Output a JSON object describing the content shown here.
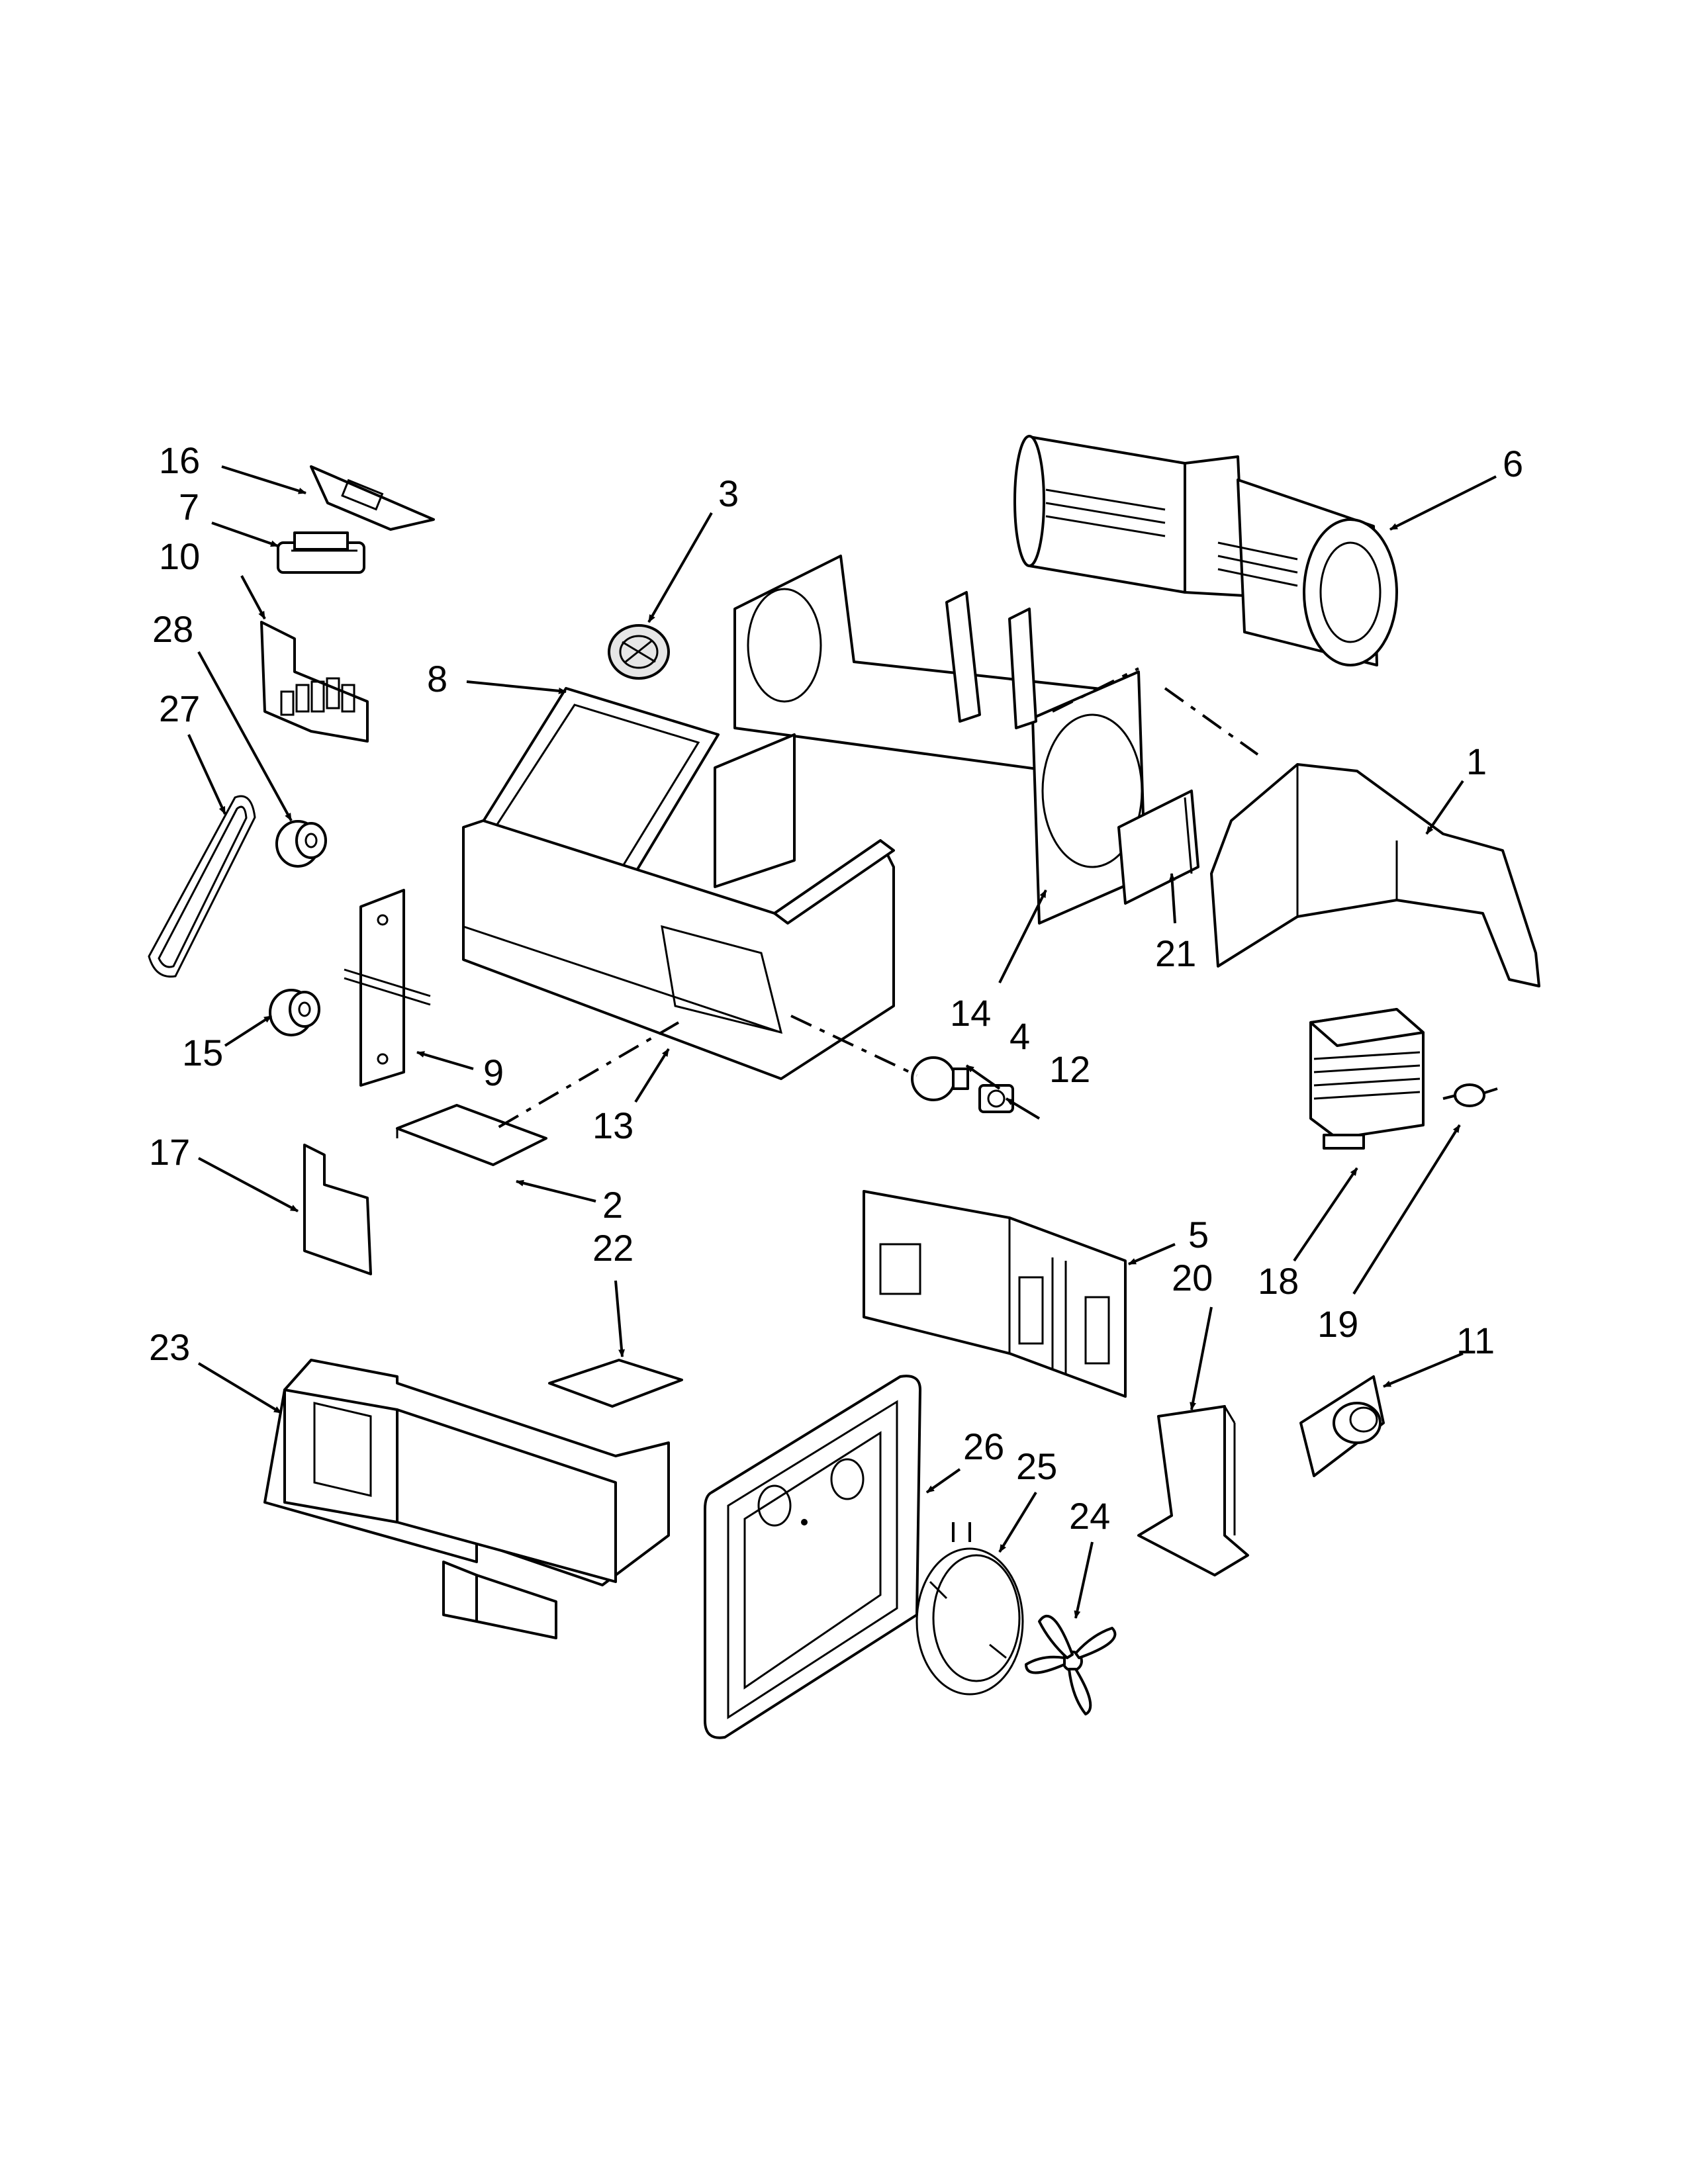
{
  "callouts": [
    {
      "id": "c16",
      "text": "16"
    },
    {
      "id": "c7",
      "text": "7"
    },
    {
      "id": "c10",
      "text": "10"
    },
    {
      "id": "c28",
      "text": "28"
    },
    {
      "id": "c27",
      "text": "27"
    },
    {
      "id": "c3",
      "text": "3"
    },
    {
      "id": "c6",
      "text": "6"
    },
    {
      "id": "c8",
      "text": "8"
    },
    {
      "id": "c1",
      "text": "1"
    },
    {
      "id": "c21",
      "text": "21"
    },
    {
      "id": "c14",
      "text": "14"
    },
    {
      "id": "c4",
      "text": "4"
    },
    {
      "id": "c12",
      "text": "12"
    },
    {
      "id": "c15",
      "text": "15"
    },
    {
      "id": "c9",
      "text": "9"
    },
    {
      "id": "c13",
      "text": "13"
    },
    {
      "id": "c17",
      "text": "17"
    },
    {
      "id": "c2",
      "text": "2"
    },
    {
      "id": "c22",
      "text": "22"
    },
    {
      "id": "c18",
      "text": "18"
    },
    {
      "id": "c19",
      "text": "19"
    },
    {
      "id": "c5",
      "text": "5"
    },
    {
      "id": "c20",
      "text": "20"
    },
    {
      "id": "c11",
      "text": "11"
    },
    {
      "id": "c23",
      "text": "23"
    },
    {
      "id": "c26",
      "text": "26"
    },
    {
      "id": "c25",
      "text": "25"
    },
    {
      "id": "c24",
      "text": "24"
    }
  ]
}
